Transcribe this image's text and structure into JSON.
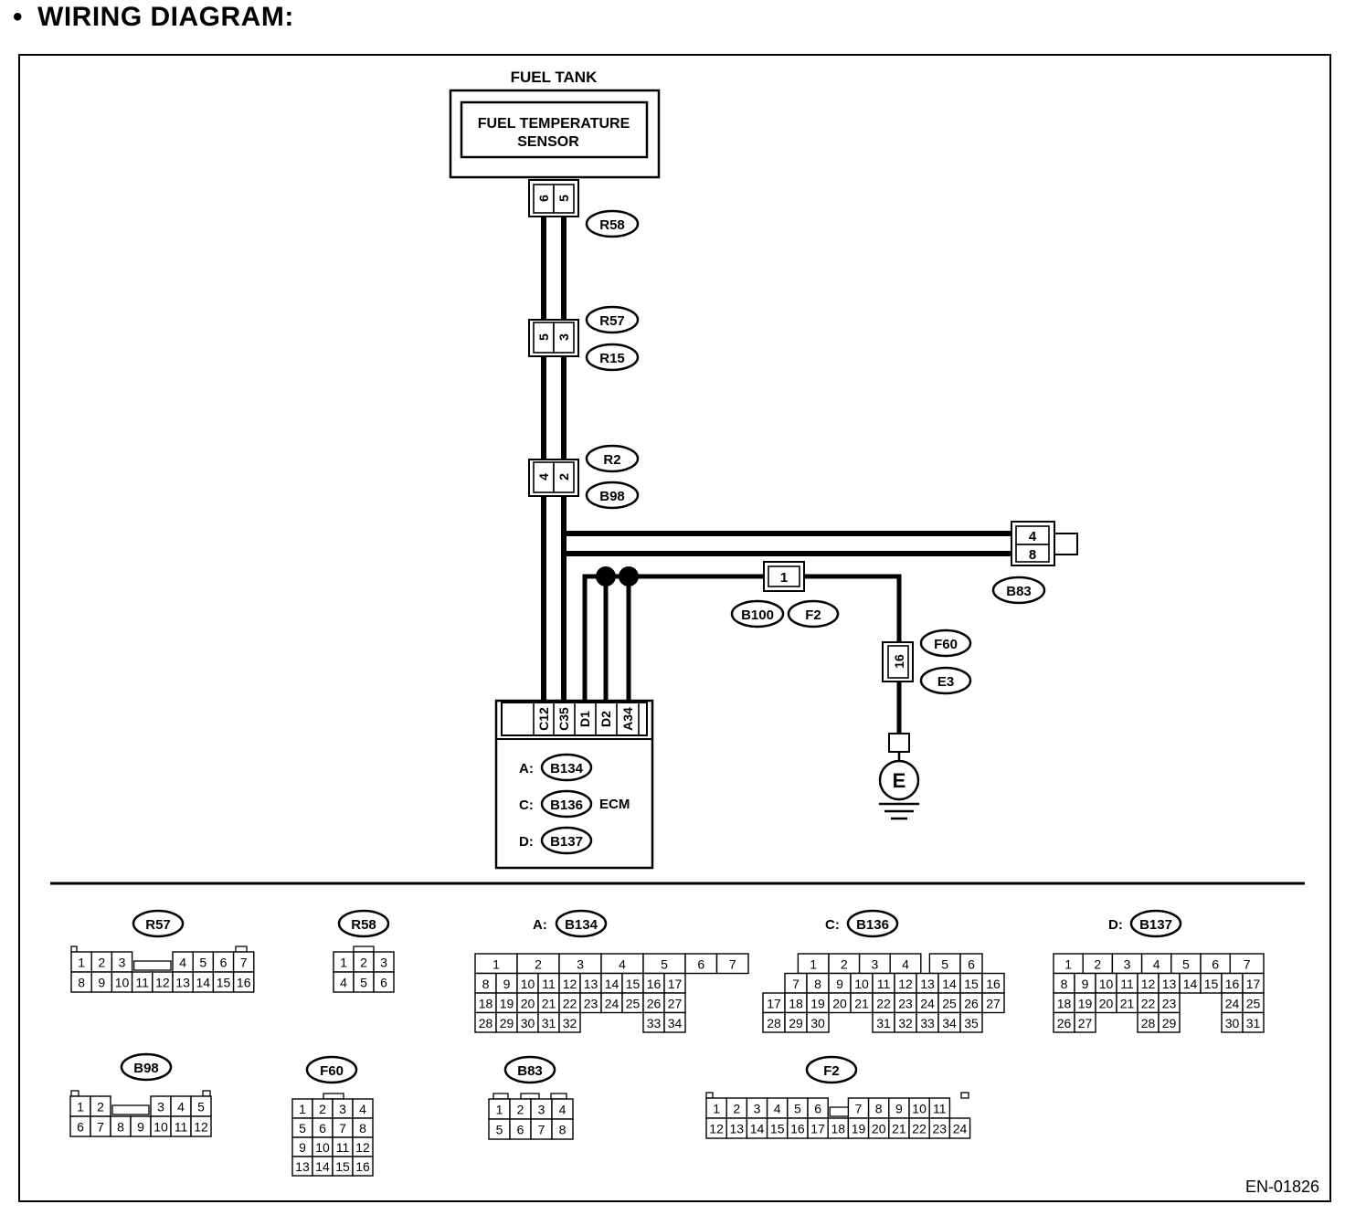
{
  "title": "WIRING DIAGRAM:",
  "figure_code": "EN-01826",
  "components": {
    "fuel_tank": "FUEL TANK",
    "sensor_line1": "FUEL TEMPERATURE",
    "sensor_line2": "SENSOR",
    "ecm": "ECM",
    "ground": "E"
  },
  "connectors": {
    "r58": {
      "id": "R58",
      "pins": [
        "6",
        "5"
      ]
    },
    "r57": {
      "id": "R57"
    },
    "r15": {
      "id": "R15",
      "pins": [
        "5",
        "3"
      ]
    },
    "r2": {
      "id": "R2"
    },
    "b98": {
      "id": "B98",
      "pins": [
        "4",
        "2"
      ]
    },
    "b83": {
      "id": "B83",
      "pins": [
        "4",
        "8"
      ]
    },
    "b100": {
      "id": "B100"
    },
    "f2": {
      "id": "F2",
      "pins": [
        "1"
      ]
    },
    "f60": {
      "id": "F60"
    },
    "e3": {
      "id": "E3",
      "pins": [
        "16"
      ]
    }
  },
  "ecm_pins": [
    "C12",
    "C35",
    "D1",
    "D2",
    "A34"
  ],
  "ecm_connectors": [
    {
      "prefix": "A:",
      "id": "B134"
    },
    {
      "prefix": "C:",
      "id": "B136"
    },
    {
      "prefix": "D:",
      "id": "B137"
    }
  ],
  "faces": {
    "r57": {
      "label": "R57",
      "prefix": "",
      "rows": [
        [
          "1",
          "2",
          "3",
          "",
          "",
          "4",
          "5",
          "6",
          "7"
        ],
        [
          "8",
          "9",
          "10",
          "11",
          "12",
          "13",
          "14",
          "15",
          "16"
        ]
      ]
    },
    "r58": {
      "label": "R58",
      "prefix": "",
      "rows": [
        [
          "1",
          "2",
          "3"
        ],
        [
          "4",
          "5",
          "6"
        ]
      ]
    },
    "b134": {
      "label": "B134",
      "prefix": "A:",
      "rows": [
        [
          "1",
          "2",
          "3",
          "4",
          "5",
          "6",
          "7"
        ],
        [
          "8",
          "9",
          "10",
          "11",
          "12",
          "13",
          "14",
          "15",
          "16",
          "17"
        ],
        [
          "18",
          "19",
          "20",
          "21",
          "22",
          "23",
          "24",
          "25",
          "26",
          "27"
        ],
        [
          "28",
          "29",
          "30",
          "31",
          "32",
          "",
          "",
          "",
          "33",
          "34"
        ]
      ]
    },
    "b136": {
      "label": "B136",
      "prefix": "C:",
      "rows": [
        [
          "1",
          "2",
          "3",
          "4",
          "",
          "5",
          "6"
        ],
        [
          "7",
          "8",
          "9",
          "10",
          "11",
          "12",
          "13",
          "14",
          "15",
          "16"
        ],
        [
          "17",
          "18",
          "19",
          "20",
          "21",
          "22",
          "23",
          "24",
          "25",
          "26",
          "27"
        ],
        [
          "28",
          "29",
          "30",
          "",
          "",
          "31",
          "32",
          "33",
          "34",
          "35"
        ]
      ]
    },
    "b137": {
      "label": "B137",
      "prefix": "D:",
      "rows": [
        [
          "1",
          "2",
          "3",
          "4",
          "5",
          "6",
          "7"
        ],
        [
          "8",
          "9",
          "10",
          "11",
          "12",
          "13",
          "14",
          "15",
          "16",
          "17"
        ],
        [
          "18",
          "19",
          "20",
          "21",
          "22",
          "23",
          "",
          "24",
          "25"
        ],
        [
          "26",
          "27",
          "",
          "",
          "28",
          "29",
          "",
          "30",
          "31"
        ]
      ]
    },
    "b98": {
      "label": "B98",
      "prefix": "",
      "rows": [
        [
          "1",
          "2",
          "",
          "",
          "3",
          "4",
          "5"
        ],
        [
          "6",
          "7",
          "8",
          "9",
          "10",
          "11",
          "12"
        ]
      ]
    },
    "f60": {
      "label": "F60",
      "prefix": "",
      "rows": [
        [
          "1",
          "2",
          "3",
          "4"
        ],
        [
          "5",
          "6",
          "7",
          "8"
        ],
        [
          "9",
          "10",
          "11",
          "12"
        ],
        [
          "13",
          "14",
          "15",
          "16"
        ]
      ]
    },
    "b83": {
      "label": "B83",
      "prefix": "",
      "rows": [
        [
          "1",
          "2",
          "3",
          "4"
        ],
        [
          "5",
          "6",
          "7",
          "8"
        ]
      ]
    },
    "f2": {
      "label": "F2",
      "prefix": "",
      "rows": [
        [
          "1",
          "2",
          "3",
          "4",
          "5",
          "6",
          "",
          "7",
          "8",
          "9",
          "10",
          "11"
        ],
        [
          "12",
          "13",
          "14",
          "15",
          "16",
          "17",
          "18",
          "19",
          "20",
          "21",
          "22",
          "23",
          "24"
        ]
      ]
    }
  }
}
